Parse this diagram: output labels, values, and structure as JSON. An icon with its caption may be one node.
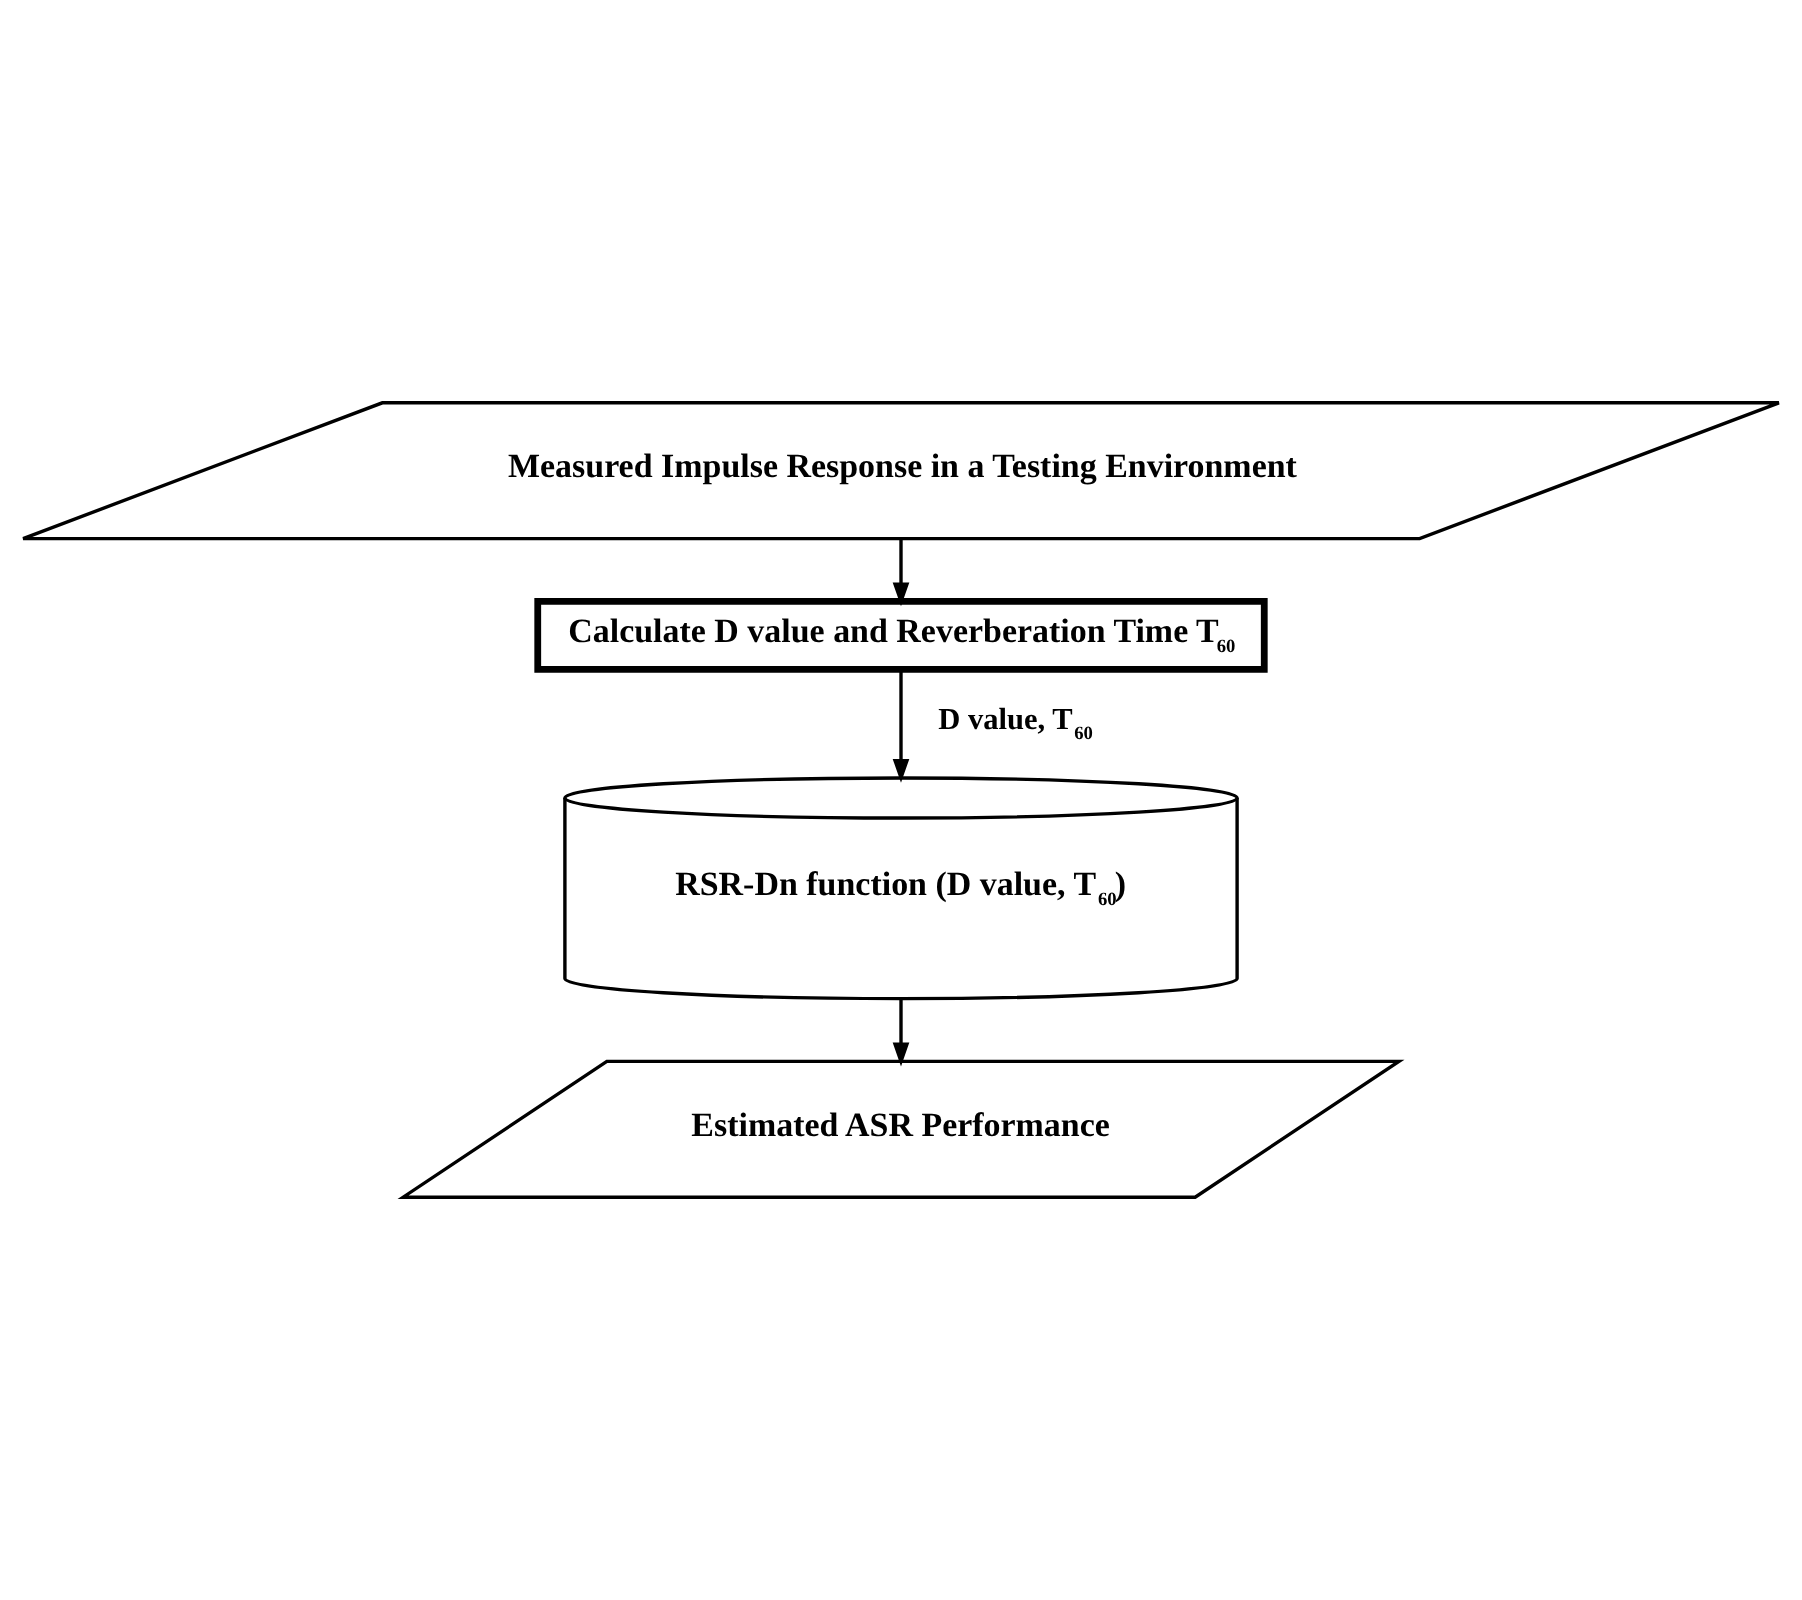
{
  "diagram": {
    "nodes": [
      {
        "text": [
          "Measured Impulse Response in a Testing Environment"
        ]
      },
      {
        "text": [
          "Calculate D value and Reverberation Time T$_{60}$"
        ]
      },
      {
        "text": [
          "RSR-Dn function (D value, T$_{60}$)"
        ]
      },
      {
        "text": [
          "Estimated ASR Performance"
        ]
      }
    ],
    "edges": [
      {
        "from": 0,
        "to": 1,
        "arrow": "to"
      },
      {
        "from": 1,
        "to": 2,
        "arrow": "to",
        "label": "D value, T$_{60}$"
      },
      {
        "from": 2,
        "to": 3,
        "arrow": "to"
      }
    ]
  }
}
